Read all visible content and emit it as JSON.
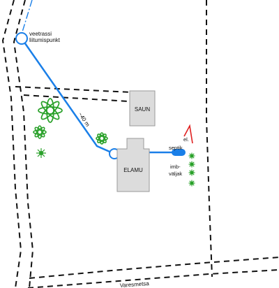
{
  "labels": {
    "connection_point_line1": "veetrassi",
    "connection_point_line2": "liitumispunkt",
    "distance": "~40 m",
    "sauna": "SAUN",
    "house": "ELAMU",
    "septic": "septik",
    "infiltration_line1": "imb-",
    "infiltration_line2": "väljak",
    "electricity": "el.",
    "road": "Varesmetsa"
  },
  "colors": {
    "water_line": "#1a7fe8",
    "tree": "#2aa12a",
    "building_fill": "#dcdcdc",
    "building_stroke": "#9a9a9a",
    "boundary": "#111111",
    "electric_marker": "#e02020"
  },
  "icons": [
    "tree-icon",
    "shrub-icon",
    "electric-pole-icon"
  ]
}
